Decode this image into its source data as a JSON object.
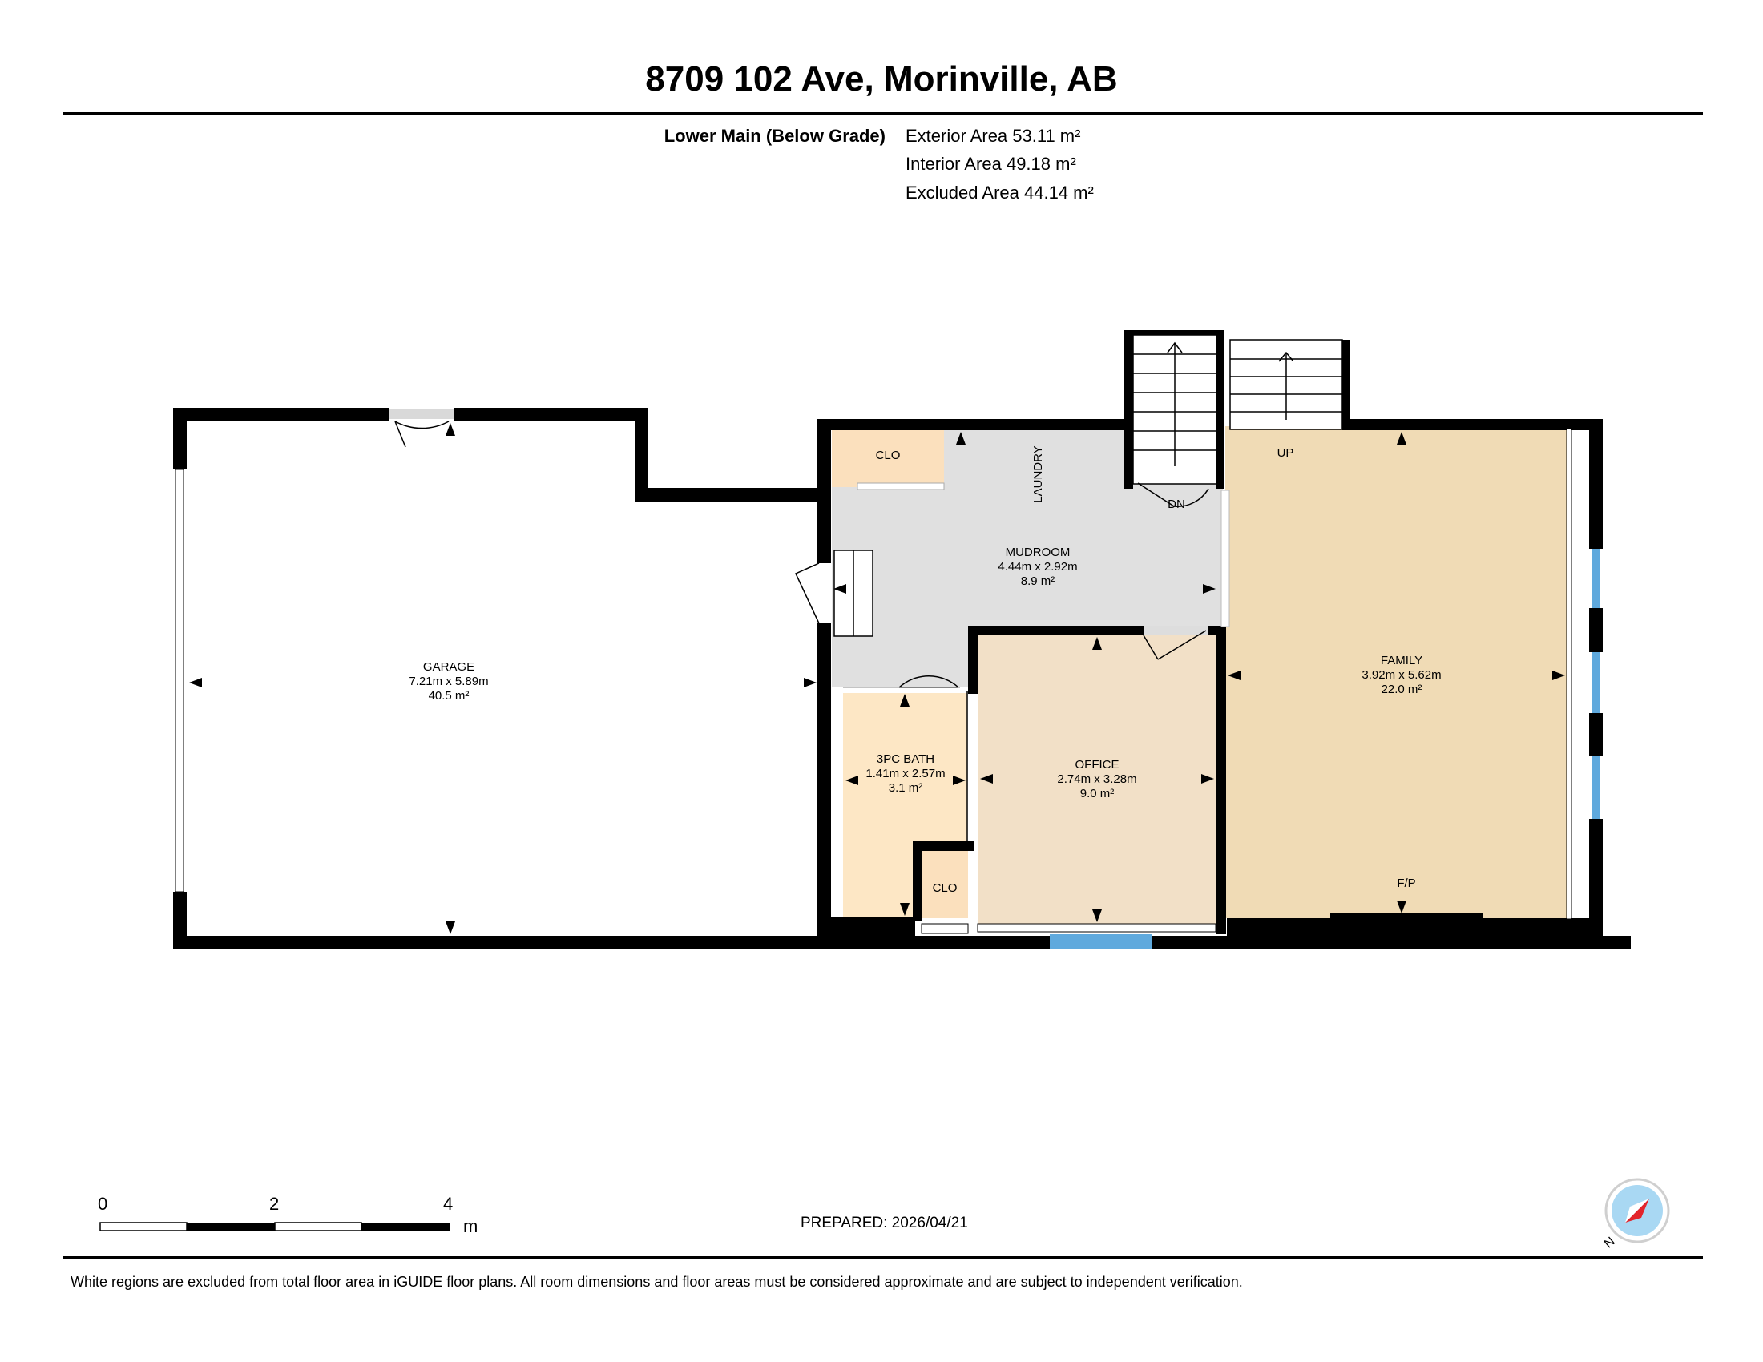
{
  "header": {
    "title": "8709 102 Ave, Morinville, AB"
  },
  "floor": {
    "name": "Lower Main (Below Grade)",
    "exterior_area": "Exterior Area 53.11 m²",
    "interior_area": "Interior Area 49.18 m²",
    "excluded_area": "Excluded Area 44.14 m²"
  },
  "rooms": {
    "garage": {
      "name": "GARAGE",
      "dims": "7.21m x 5.89m",
      "area": "40.5 m²"
    },
    "mudroom": {
      "name": "MUDROOM",
      "dims": "4.44m x 2.92m",
      "area": "8.9 m²"
    },
    "laundry": {
      "name": "LAUNDRY"
    },
    "clo_top": {
      "name": "CLO"
    },
    "bath": {
      "name": "3PC BATH",
      "dims": "1.41m x 2.57m",
      "area": "3.1 m²"
    },
    "clo_bottom": {
      "name": "CLO"
    },
    "office": {
      "name": "OFFICE",
      "dims": "2.74m x 3.28m",
      "area": "9.0 m²"
    },
    "family": {
      "name": "FAMILY",
      "dims": "3.92m x 5.62m",
      "area": "22.0 m²"
    },
    "fireplace": {
      "name": "F/P"
    },
    "stairs_up": {
      "name": "UP"
    },
    "stairs_down": {
      "name": "DN"
    }
  },
  "scale_bar": {
    "labels": [
      "0",
      "2",
      "4"
    ],
    "unit": "m"
  },
  "footer": {
    "prepared": "PREPARED: 2026/04/21",
    "disclaimer": "White regions are excluded from total floor area in iGUIDE floor plans. All room dimensions and floor areas must be considered approximate and are subject to independent verification."
  },
  "compass": {
    "label": "N"
  },
  "colors": {
    "wall": "#000000",
    "mudroom_fill": "#e0e0e0",
    "office_fill": "#f2e0c7",
    "family_fill": "#f0dbb5",
    "closet_fill": "#fbe0bd",
    "bath_fill": "#fde7c5",
    "window": "#5fa9dd",
    "compass_disc": "#a9d8f3",
    "compass_needle": "#e3242b"
  }
}
